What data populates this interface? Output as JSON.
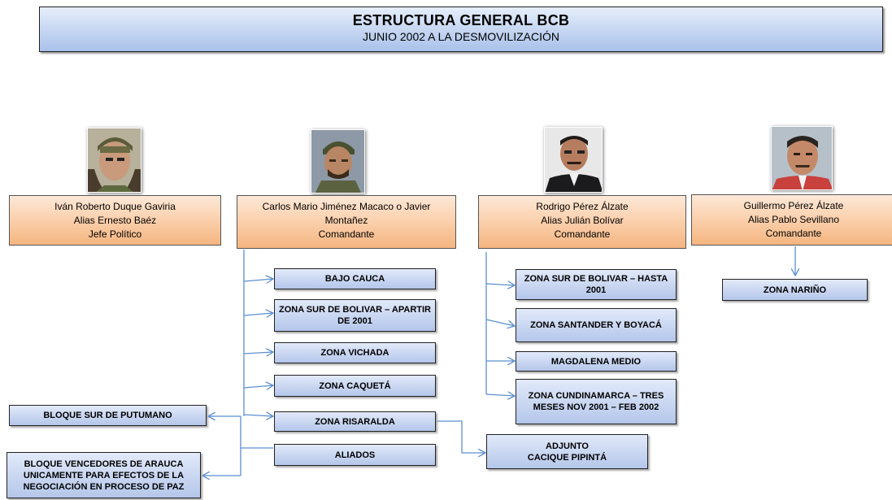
{
  "header": {
    "title": "ESTRUCTURA GENERAL BCB",
    "subtitle": "JUNIO 2002 A LA DESMOVILIZACIÓN"
  },
  "people": [
    {
      "line1": "Iván Roberto Duque Gaviria",
      "line2": "Alias Ernesto Baéz",
      "line3": "Jefe Político"
    },
    {
      "line1": "Carlos Mario Jiménez  Macaco o Javier",
      "line2": "Montañez",
      "line3": "Comandante"
    },
    {
      "line1": "Rodrigo Pérez Álzate",
      "line2": "Alias Julián Bolívar",
      "line3": "Comandante"
    },
    {
      "line1": "Guillermo Pérez Álzate",
      "line2": "Alias Pablo Sevillano",
      "line3": "Comandante"
    }
  ],
  "macaco_units": [
    "BAJO CAUCA",
    "ZONA SUR DE BOLIVAR – APARTIR DE 2001",
    "ZONA VICHADA",
    "ZONA CAQUETÁ",
    "ZONA RISARALDA",
    "ALIADOS"
  ],
  "bolivar_units": [
    "ZONA SUR DE BOLIVAR  – HASTA 2001",
    "ZONA SANTANDER Y BOYACÁ",
    "MAGDALENA MEDIO",
    "ZONA CUNDINAMARCA – TRES MESES NOV 2001 – FEB 2002"
  ],
  "sevillano_units": [
    "ZONA NARIÑO"
  ],
  "side_units": {
    "putumayo": "BLOQUE SUR DE PUTUMANO",
    "arauca": "BLOQUE VENCEDORES DE ARAUCA UNICAMENTE PARA EFECTOS DE LA NEGOCIACIÓN EN PROCESO DE PAZ"
  },
  "adjunto": {
    "line1": "ADJUNTO",
    "line2": "CACIQUE PIPINTÁ"
  },
  "colors": {
    "line": "#5b8fd0",
    "unit_top": "#e2eafa",
    "unit_bottom": "#b4c6ea",
    "person_bottom": "#f5b580"
  }
}
